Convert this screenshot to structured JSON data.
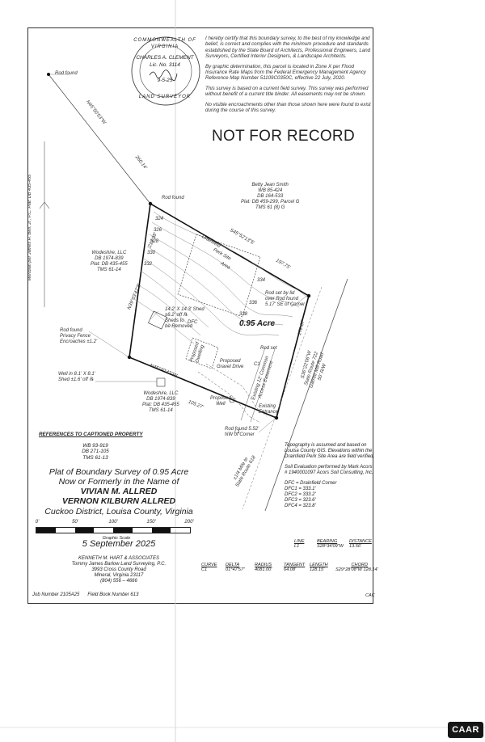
{
  "certification": [
    "I hereby certify that this boundary survey, to the best of my knowledge and belief, is correct and complies with the minimum procedure and standards established by the State Board of Architects, Professional Engineers, Land Surveyors, Certified Interior Designers, & Landscape Architects.",
    "By graphic determination, this parcel is located in Zone X per Flood Insurance Rate Maps from the Federal Emergency Management Agency Reference Map Number 51109C0350C, effective 22 July, 2020.",
    "This survey is based on a current field survey. This survey was performed without benefit of a current title binder. All easements may not be shown.",
    "No visible encroachments other than those shown here were found to exist during the course of this survey."
  ],
  "stamp": "NOT FOR RECORD",
  "seal": {
    "ring_top": "COMMONWEALTH OF VIRGINIA",
    "name": "CHARLES A. CLEMENT",
    "lic": "Lic. No. 3114",
    "signature": "Chas A. Clement",
    "date": "9-5-25",
    "ring_bottom": "LAND SURVEYOR"
  },
  "labels": {
    "rod_found_top": "Rod found",
    "bearing_top": "N45°50'53\"W",
    "dist_top": "260.14'",
    "meridian": "Meridian per James H. Bell, Jr., P.C. Plat: DB 435-455",
    "smith": [
      "Betty Jean Smith",
      "WB 85-424",
      "DB 164-533",
      "Plat: DB 459-299, Parcel G",
      "TMS 61 (8) G"
    ],
    "woodeshire1": [
      "Wodeshire, LLC",
      "DB 1974-839",
      "Plat: DB 435-455",
      "TMS 61-14"
    ],
    "woodeshire2": [
      "Wodeshire, LLC",
      "DB 1974-839",
      "Plat: DB 435-455",
      "TMS 61-14"
    ],
    "rod_found_corner": "Rod found",
    "rod_set": "Rod set",
    "rod_set_lid": [
      "Rod set by lid",
      "over Rod found",
      "5.17' SE of Corner"
    ],
    "shed": [
      "14.2' X 14.3' Shed",
      "±6.2' off ℞",
      "Sheds to",
      "be Removed"
    ],
    "fence": [
      "Rod found",
      "Privacy Fence",
      "Encroaches ±1.2'"
    ],
    "well": [
      "Well in 8.1' X 8.1'",
      "Shed ±1.6' off ℞"
    ],
    "perk": "Perk Site",
    "drainfield": "Drainfield",
    "area": "Area",
    "proposed_dwelling": [
      "Proposed",
      "Dwelling"
    ],
    "proposed_drive": [
      "Proposed",
      "Gravel Drive"
    ],
    "proposed_well": [
      "Proposed",
      "Well"
    ],
    "easement": [
      "Existing 12' Common",
      "Access Easement"
    ],
    "existing_entrance": [
      "Existing",
      "Entrance"
    ],
    "rod_found_bottom": [
      "Rod found 5.52'",
      "NW of Corner"
    ],
    "state_route": [
      "State Route 722",
      "Garrett Mill Road",
      "50' R/W"
    ],
    "route_618": [
      "±1/4 Mile to",
      "State Route 618"
    ],
    "acreage": "0.95 Acre",
    "bearing_ne": "S45°52'13\"E",
    "dist_ne": "197.75'",
    "bearing_se": "S36°22'06\"W",
    "dist_se": "172.87'",
    "bearing_sw": "N45°20'42\"W",
    "dist_sw": "105.27'",
    "bearing_nw": "N39°03'47\"E",
    "dist_nw": "213.98'",
    "contours": [
      "324",
      "326",
      "328",
      "330",
      "332",
      "334",
      "336",
      "338"
    ],
    "dfc": "DFC",
    "c1": "C1",
    "l1": "L1"
  },
  "references": {
    "heading": "REFERENCES TO CAPTIONED PROPERTY",
    "lines": [
      "WB 93-919",
      "DB 271-105",
      "TMS 61-13"
    ]
  },
  "title": {
    "line1": "Plat of Boundary Survey of 0.95 Acre",
    "line2": "Now or Formerly in the Name of",
    "owner1": "VIVIAN M. ALLRED",
    "owner2": "VERNON KILBURN ALLRED",
    "district": "Cuckoo District, Louisa County, Virginia"
  },
  "scale": {
    "ticks": [
      "0'",
      "50'",
      "100'",
      "150'",
      "200'"
    ],
    "caption": "Graphic Scale"
  },
  "date": "5 September 2025",
  "firm": [
    "KENNETH M. HART & ASSOCIATES",
    "Tommy James Barlow Land Surveying, P.C.",
    "3993 Cross County Road",
    "Mineral, Virginia 23117",
    "(804) 556 – 4666"
  ],
  "job": {
    "job": "Job Number 2105A25",
    "book": "Field Book Number 613"
  },
  "initials": "CAC",
  "notes": [
    "Topography is assumed and based on Louisa County GIS. Elevations within the Drainfield Perk Site Area are field verified.",
    "Soil Evaluation performed by Mark Acors # 1940001097 Acors Soil Consulting, Inc.",
    "DFC = Drainfield Corner\nDFC1 = 333.1'\nDFC2 = 333.2'\nDFC3 = 323.6'\nDFC4 = 323.8'"
  ],
  "line_table": {
    "headers": [
      "LINE",
      "BEARING",
      "DISTANCE"
    ],
    "row": [
      "L1",
      "S28°34'09\"W",
      "13.56'"
    ]
  },
  "curve_table": {
    "headers": [
      "CURVE",
      "DELTA",
      "RADIUS",
      "TANGENT",
      "LENGTH",
      "CHORD"
    ],
    "row": [
      "C1",
      "01°47'57\"",
      "4081.00'",
      "64.08'",
      "128.15'",
      "S29°28'08\"W 128.14'"
    ]
  },
  "badge": "CAAR"
}
